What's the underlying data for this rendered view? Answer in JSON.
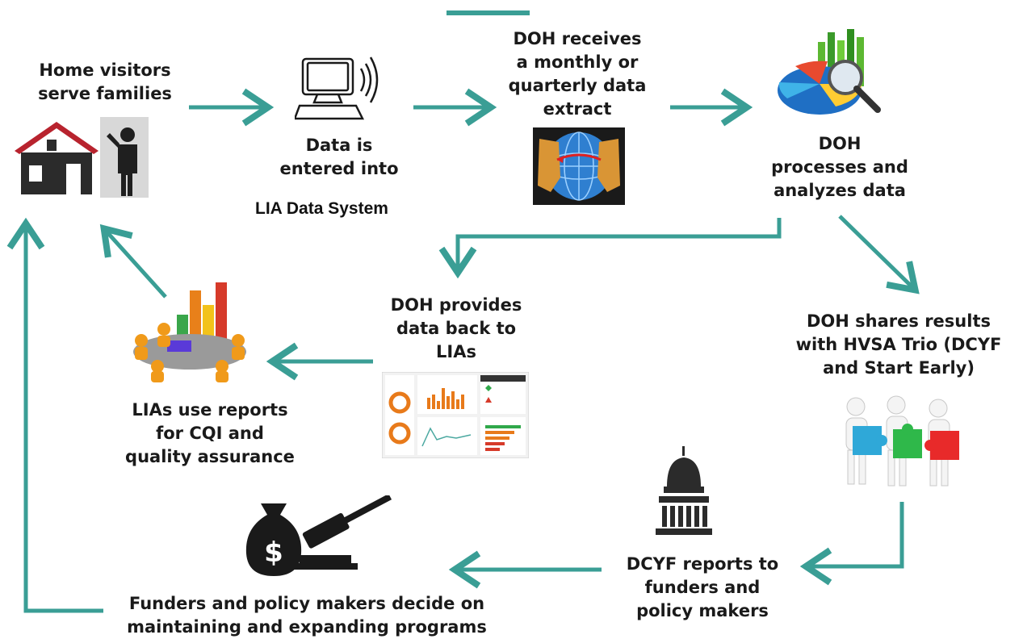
{
  "colors": {
    "arrow": "#3a9e95",
    "text": "#1a1a1a"
  },
  "steps": {
    "home_visitors": [
      "Home visitors",
      "serve families"
    ],
    "data_entered": [
      "Data is",
      "entered into"
    ],
    "data_system": "LIA Data System",
    "doh_receives": [
      "DOH receives",
      "a monthly or",
      "quarterly data",
      "extract"
    ],
    "doh_processes": [
      "DOH",
      "processes and",
      "analyzes data"
    ],
    "doh_provides": [
      "DOH provides",
      "data back to",
      "LIAs"
    ],
    "doh_shares": [
      "DOH shares results",
      "with HVSA Trio (DCYF",
      "and Start Early)"
    ],
    "lias_use": [
      "LIAs use reports",
      "for CQI and",
      "quality assurance"
    ],
    "dcyf_reports": [
      "DCYF reports to",
      "funders and",
      "policy makers"
    ],
    "funders_decide": [
      "Funders and policy makers decide on",
      "maintaining and expanding programs"
    ]
  },
  "icons": {
    "home_visitor": "house-and-person-icon",
    "computer": "computer-terminal-icon",
    "data_extract": "data-transfer-globe-icon",
    "analysis": "pie-chart-magnifier-icon",
    "dashboard": "dashboard-report-icon",
    "meeting": "team-meeting-chart-icon",
    "puzzle": "puzzle-people-icon",
    "capitol": "capitol-building-icon",
    "money_gavel": "money-bag-gavel-icon"
  }
}
